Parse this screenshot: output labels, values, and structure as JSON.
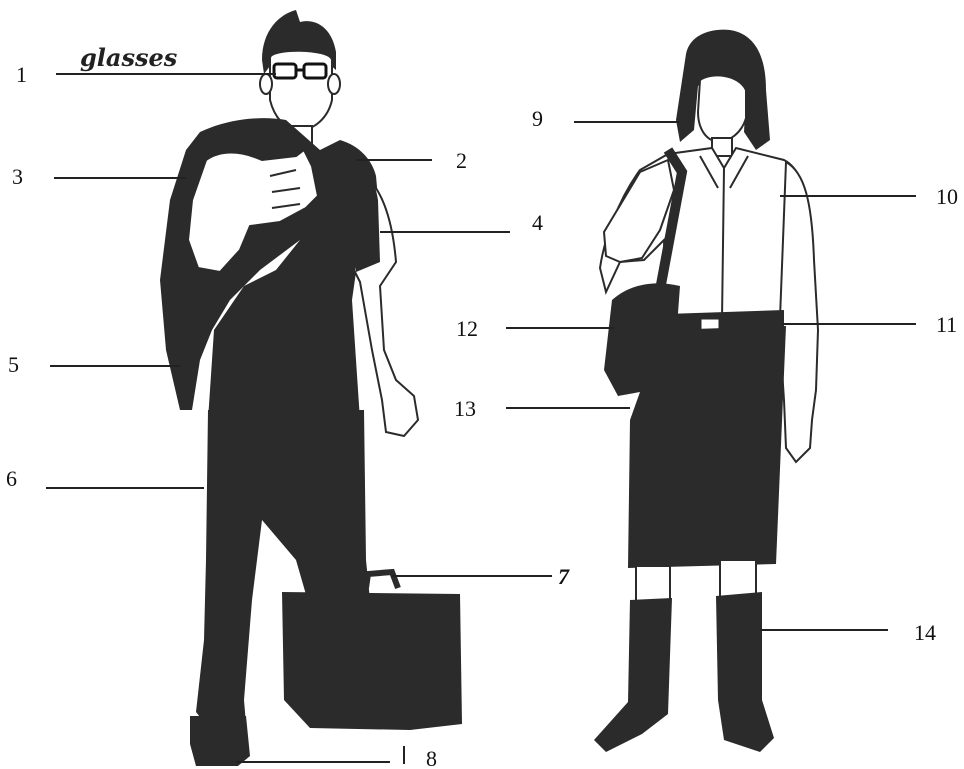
{
  "labels": {
    "l1": "1",
    "glasses": "glasses",
    "l2": "2",
    "l3": "3",
    "l4": "4",
    "l5": "5",
    "l6": "6",
    "l7": "7",
    "l8": "8",
    "l9": "9",
    "l10": "10",
    "l11": "11",
    "l12": "12",
    "l13": "13",
    "l14": "14"
  }
}
